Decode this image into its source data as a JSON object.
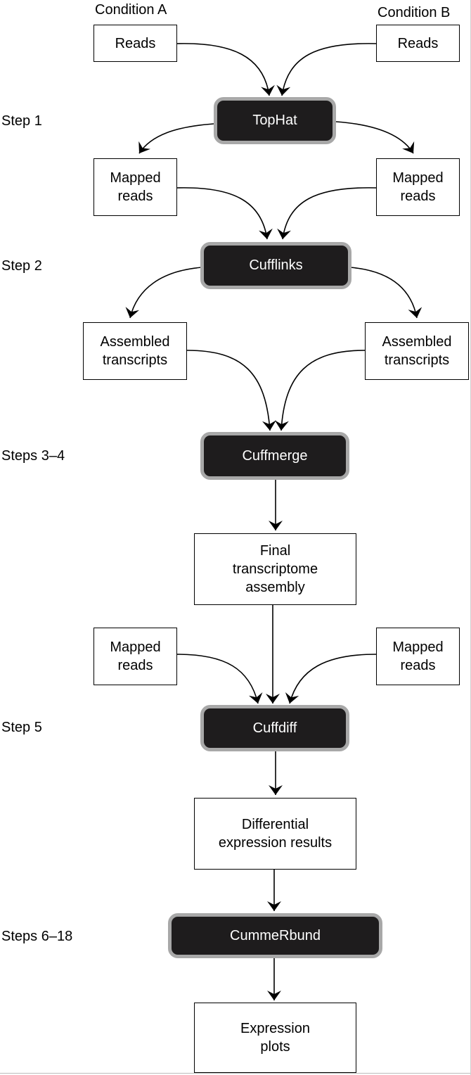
{
  "conditions": {
    "a": "Condition A",
    "b": "Condition B"
  },
  "steps": {
    "s1": "Step 1",
    "s2": "Step 2",
    "s34": "Steps 3–4",
    "s5": "Step 5",
    "s618": "Steps 6–18"
  },
  "tools": {
    "tophat": "TopHat",
    "cufflinks": "Cufflinks",
    "cuffmerge": "Cuffmerge",
    "cuffdiff": "Cuffdiff",
    "cummerbund": "CummeRbund"
  },
  "boxes": {
    "reads_a": [
      "Reads"
    ],
    "reads_b": [
      "Reads"
    ],
    "mapped_a": [
      "Mapped",
      "reads"
    ],
    "mapped_b": [
      "Mapped",
      "reads"
    ],
    "assembled_a": [
      "Assembled",
      "transcripts"
    ],
    "assembled_b": [
      "Assembled",
      "transcripts"
    ],
    "final": [
      "Final",
      "transcriptome",
      "assembly"
    ],
    "mapped2_a": [
      "Mapped",
      "reads"
    ],
    "mapped2_b": [
      "Mapped",
      "reads"
    ],
    "diff": [
      "Differential",
      "expression results"
    ],
    "plots": [
      "Expression",
      "plots"
    ]
  },
  "colors": {
    "tool_fill": "#1e1c1d",
    "tool_border": "#a8a8a8",
    "tool_text": "#ffffff",
    "line": "#000000"
  }
}
